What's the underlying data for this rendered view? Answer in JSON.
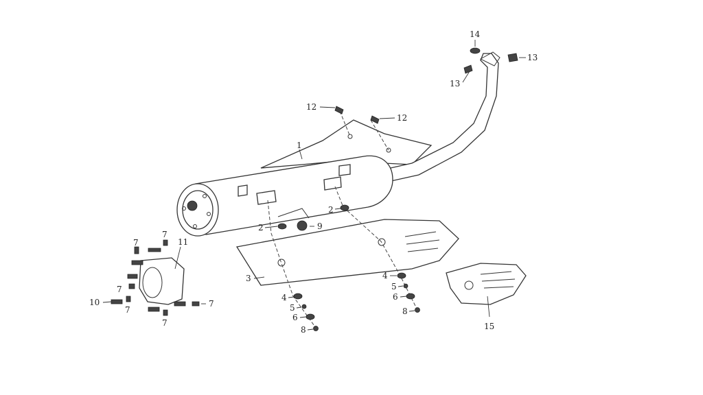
{
  "diagram": {
    "labels": {
      "l1": "1",
      "l2a": "2",
      "l2b": "2",
      "l3": "3",
      "l4a": "4",
      "l4b": "4",
      "l5a": "5",
      "l5b": "5",
      "l6a": "6",
      "l6b": "6",
      "l7a": "7",
      "l7b": "7",
      "l7c": "7",
      "l7d": "7",
      "l7e": "7",
      "l7f": "7",
      "l8a": "8",
      "l8b": "8",
      "l9": "9",
      "l10": "10",
      "l11": "11",
      "l12a": "12",
      "l12b": "12",
      "l13a": "13",
      "l13b": "13",
      "l14": "14",
      "l15": "15"
    }
  }
}
